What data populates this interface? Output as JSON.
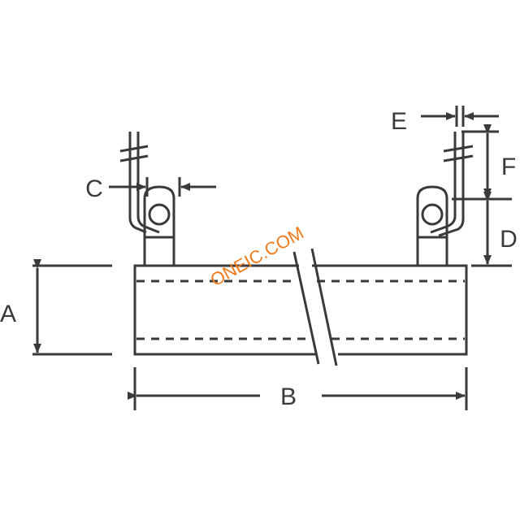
{
  "dimensions": {
    "a": "A",
    "b": "B",
    "c": "C",
    "d": "D",
    "e": "E",
    "f": "F"
  },
  "watermark": "ONEIC.COM",
  "colors": {
    "line": "#3a3a3a",
    "watermark": "#f07a1a",
    "background": "#ffffff"
  }
}
